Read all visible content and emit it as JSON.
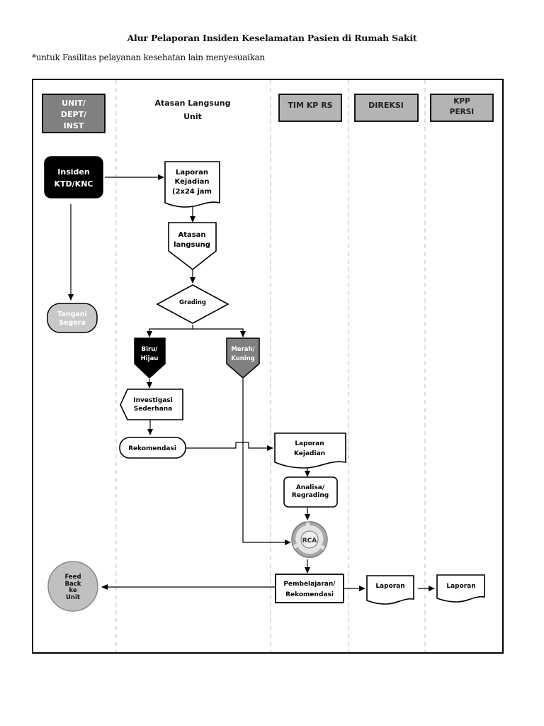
{
  "document": {
    "title": "Alur Pelaporan Insiden Keselamatan Pasien di Rumah Sakit",
    "note": "*untuk Fasilitas pelayanan kesehatan lain menyesuaikan"
  },
  "lanes": [
    {
      "id": "unit",
      "header": [
        "UNIT/",
        "DEPT/",
        "INST"
      ]
    },
    {
      "id": "atasan",
      "header": [
        "Atasan Langsung",
        "Unit"
      ]
    },
    {
      "id": "timkp",
      "header": [
        "TIM KP RS"
      ]
    },
    {
      "id": "direksi",
      "header": [
        "DIREKSI"
      ]
    },
    {
      "id": "kpp",
      "header": [
        "KPP",
        "PERSI"
      ]
    }
  ],
  "nodes": {
    "insiden": {
      "label": [
        "Insiden",
        "KTD/KNC"
      ],
      "shape": "rounded-rect",
      "fill": "#000000",
      "text_color": "#ffffff"
    },
    "tangani": {
      "label": [
        "Tangani",
        "Segera"
      ],
      "shape": "terminator",
      "fill": "#c8c8c8",
      "text_color": "#ffffff"
    },
    "laporan_kejadian_1": {
      "label": [
        "Laporan",
        "Kejadian",
        "(2x24 jam"
      ],
      "shape": "document"
    },
    "atasan_langsung": {
      "label": [
        "Atasan",
        "langsung"
      ],
      "shape": "offpage-connector"
    },
    "grading": {
      "label": [
        "Grading"
      ],
      "shape": "decision"
    },
    "biru_hijau": {
      "label": [
        "Biru/",
        "Hijau"
      ],
      "shape": "offpage-connector",
      "fill": "#000000",
      "text_color": "#ffffff"
    },
    "merah_kuning": {
      "label": [
        "Merah/",
        "Kuning"
      ],
      "shape": "offpage-connector",
      "fill": "#808080",
      "text_color": "#ffffff"
    },
    "investigasi": {
      "label": [
        "Investigasi",
        "Sederhana"
      ],
      "shape": "display"
    },
    "rekomendasi": {
      "label": [
        "Rekomendasi"
      ],
      "shape": "terminator"
    },
    "laporan_kejadian_2": {
      "label": [
        "Laporan",
        "Kejadian"
      ],
      "shape": "document"
    },
    "analisa": {
      "label": [
        "Analisa/",
        "Regrading"
      ],
      "shape": "rounded-rect"
    },
    "rca": {
      "label": [
        "RCA"
      ],
      "shape": "cycle-icon"
    },
    "pembelajaran": {
      "label": [
        "Pembelajaran/",
        "Rekomendasi"
      ],
      "shape": "rect"
    },
    "laporan_direksi": {
      "label": [
        "Laporan"
      ],
      "shape": "document"
    },
    "laporan_kpp": {
      "label": [
        "Laporan"
      ],
      "shape": "document"
    },
    "feedback": {
      "label": [
        "Feed",
        "Back",
        "ke",
        "Unit"
      ],
      "shape": "circle",
      "fill": "#c0c0c0"
    }
  },
  "colors": {
    "header_dark": "#808080",
    "header_light": "#b4b4b4",
    "border": "#000000",
    "lane_divider": "#c8c8c8"
  }
}
